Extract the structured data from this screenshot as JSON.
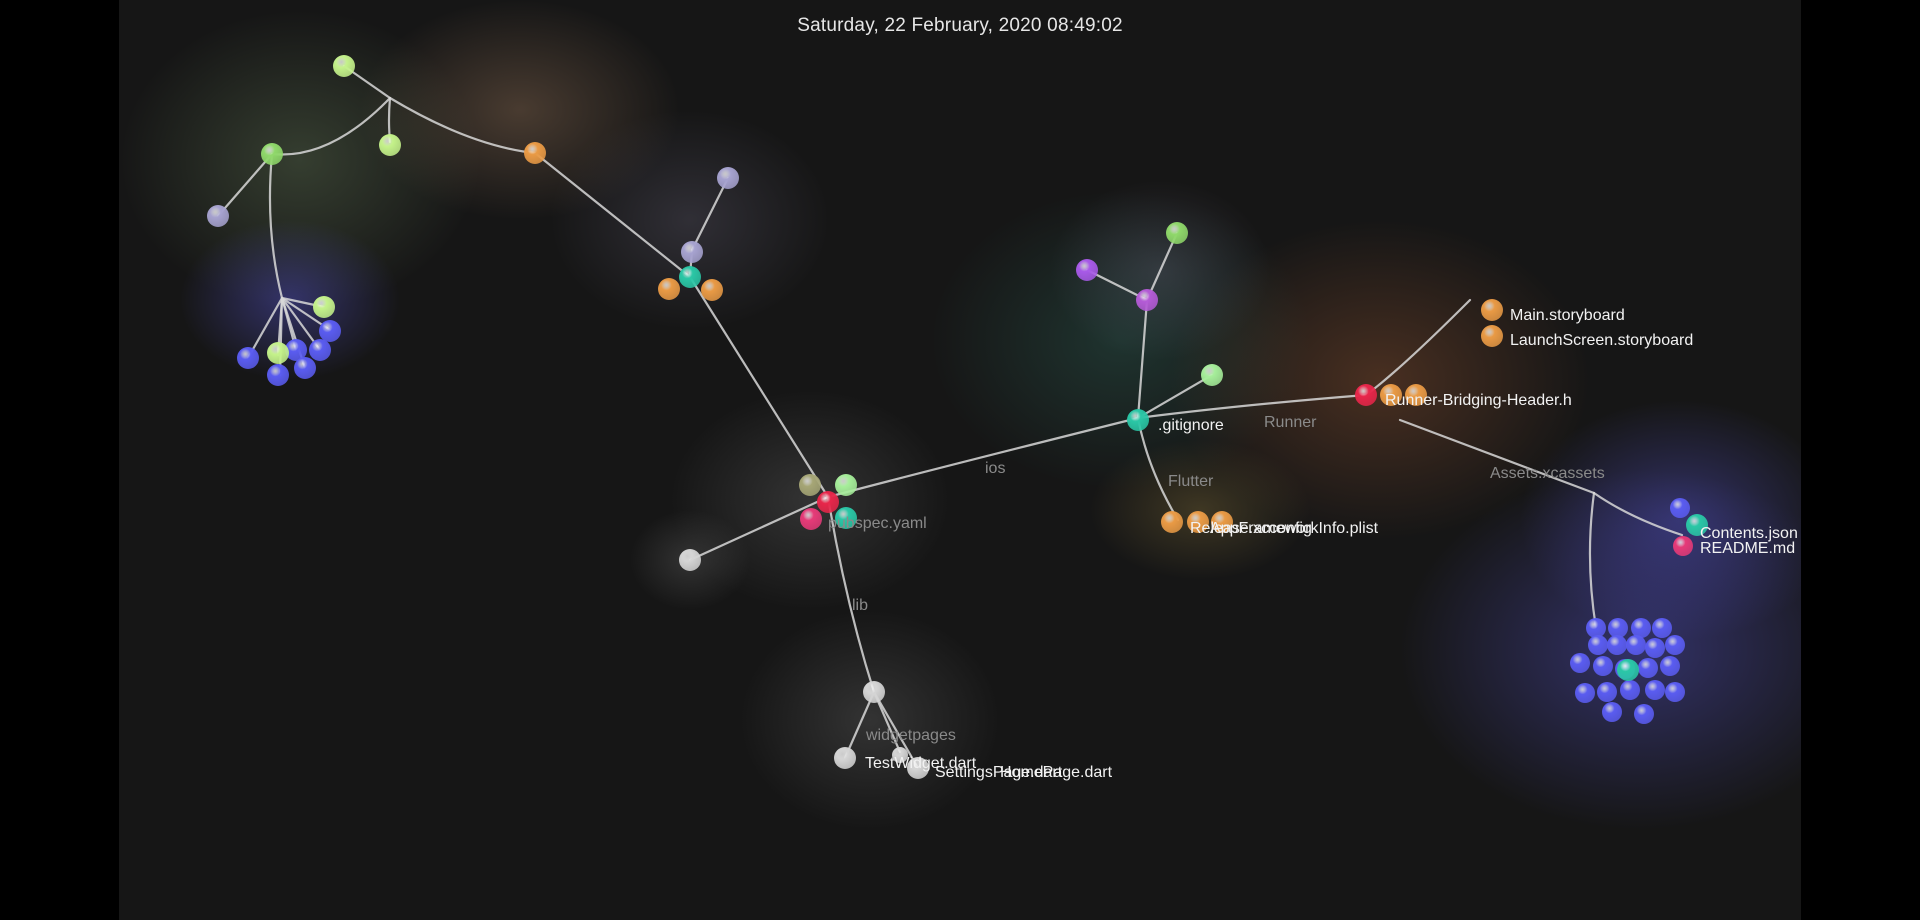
{
  "timestamp": "Saturday, 22 February, 2020 08:49:02",
  "colors": {
    "background": "#161616",
    "edge": "#d8d8d8",
    "label_bright": "#f2f2f2",
    "label_dim": "#8a8a8a"
  },
  "directories": [
    "ios",
    "Runner",
    "Flutter",
    "Assets.xcassets",
    "lib",
    "widgetpages"
  ],
  "files": [
    "pubspec.yaml",
    ".gitignore",
    "Main.storyboard",
    "LaunchScreen.storyboard",
    "Runner-Bridging-Header.h",
    "Release.xcconfig",
    "AppFrameworkInfo.plist",
    "Contents.json",
    "README.md",
    "TestWidget.dart",
    "SettingsPage.dart",
    "HomePage.dart"
  ]
}
